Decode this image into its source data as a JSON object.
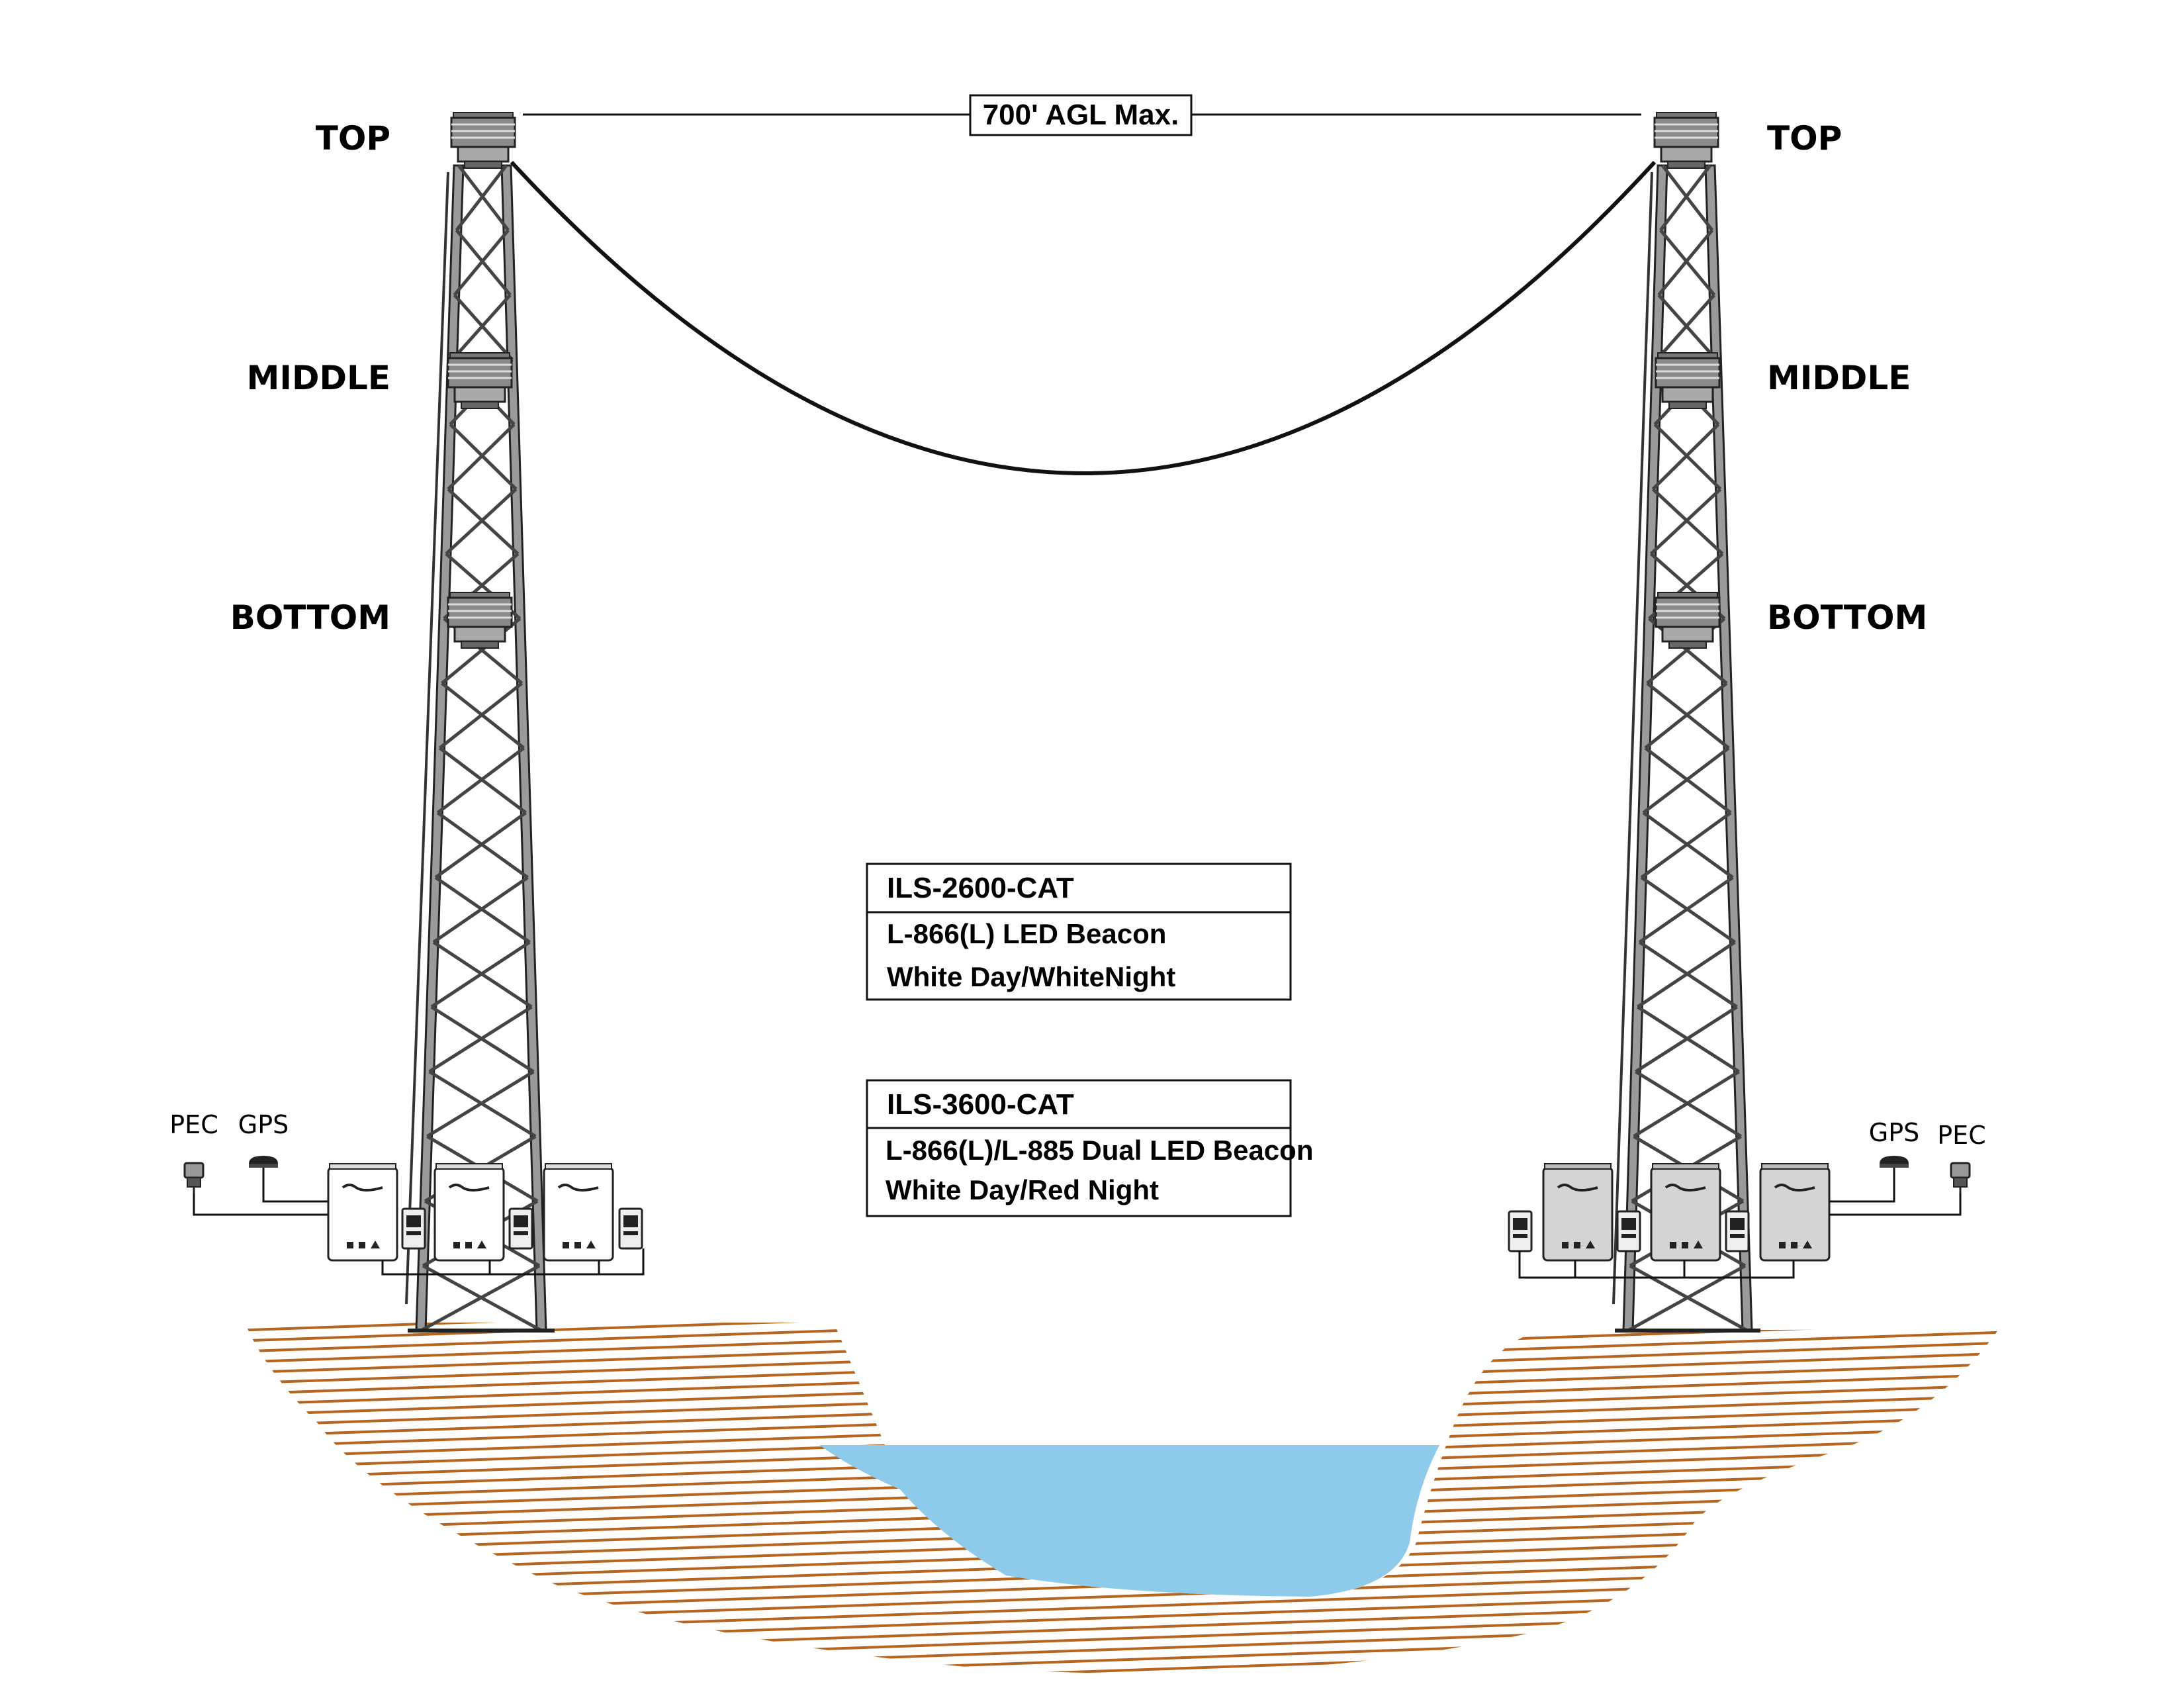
{
  "height_label": "700' AGL Max.",
  "levels": {
    "top": "TOP",
    "middle": "MIDDLE",
    "bottom": "BOTTOM"
  },
  "devices": {
    "pec": "PEC",
    "gps": "GPS"
  },
  "products": [
    {
      "model": "ILS-2600-CAT",
      "line1": "L-866(L) LED Beacon",
      "line2": "White Day/WhiteNight"
    },
    {
      "model": "ILS-3600-CAT",
      "line1": "L-866(L)/L-885 Dual LED Beacon",
      "line2": "White Day/Red Night"
    }
  ],
  "colors": {
    "water": "#8ecbea",
    "ground_hatch": "#b5651d",
    "tower": "#555555",
    "controller_left": "#ffffff",
    "controller_right": "#d4d4d4"
  }
}
